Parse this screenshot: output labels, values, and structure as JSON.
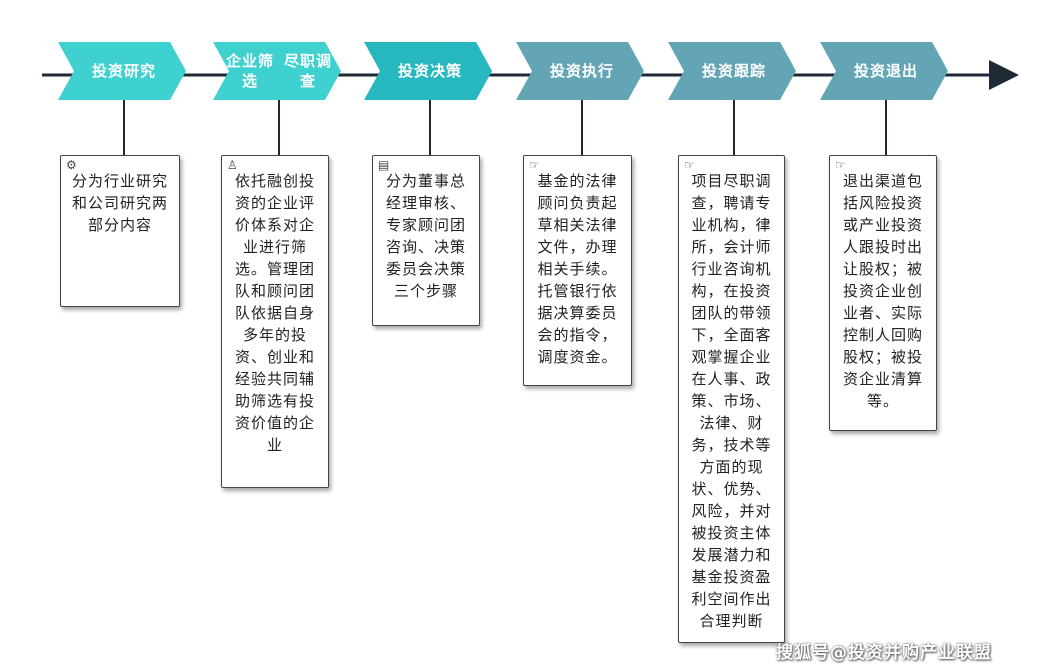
{
  "colors": {
    "teal_light": "#3fd0d0",
    "teal_mid": "#27b7bf",
    "slate": "#64a5b5",
    "line": "#1f2a36"
  },
  "stages": [
    {
      "label": "投资研究",
      "color": "#3fd0d0",
      "icon": "gears-icon",
      "box": "分为行业研究和公司研究两部分内容"
    },
    {
      "label": "企业筛选\n尽职调查",
      "color": "#3fd0d0",
      "icon": "user-icon",
      "box": "依托融创投资的企业评价体系对企业进行筛选。管理团队和顾问团队依据自身多年的投资、创业和经验共同辅助筛选有投资价值的企业"
    },
    {
      "label": "投资决策",
      "color": "#27b7bf",
      "icon": "table-icon",
      "box": "分为董事总经理审核、专家顾问团咨询、决策委员会决策三个步骤"
    },
    {
      "label": "投资执行",
      "color": "#64a5b5",
      "icon": "hand-icon",
      "box": "基金的法律顾问负责起草相关法律文件，办理相关手续。托管银行依据决算委员会的指令，调度资金。"
    },
    {
      "label": "投资跟踪",
      "color": "#64a5b5",
      "icon": "hand-icon",
      "box": "项目尽职调查，聘请专业机构，律所，会计师行业咨询机构，在投资团队的带领下，全面客观掌握企业在人事、政策、市场、法律、财务，技术等方面的现状、优势、风险，并对被投资主体发展潜力和基金投资盈利空间作出合理判断"
    },
    {
      "label": "投资退出",
      "color": "#64a5b5",
      "icon": "hand-icon",
      "box": "退出渠道包括风险投资或产业投资人跟投时出让股权；被投资企业创业者、实际控制人回购股权；被投资企业清算等。"
    }
  ],
  "watermark": "搜狐号@投资并购产业联盟"
}
